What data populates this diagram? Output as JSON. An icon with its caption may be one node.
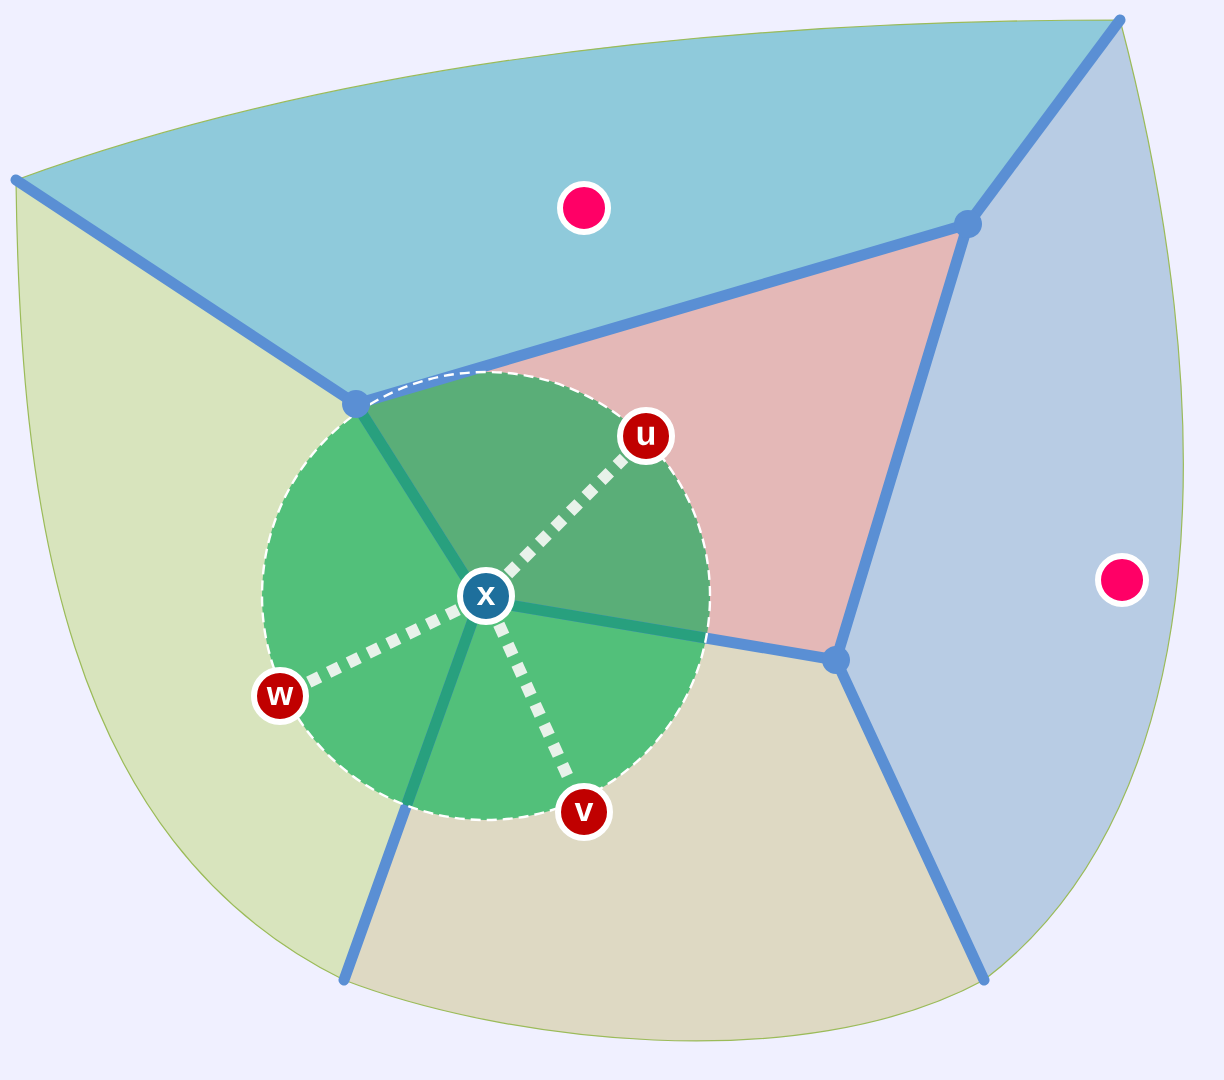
{
  "diagram": {
    "nodes": [
      {
        "text": [
          "x"
        ]
      },
      {
        "text": [
          "u"
        ]
      },
      {
        "text": [
          "v"
        ]
      },
      {
        "text": [
          "w"
        ]
      },
      {
        "text": [],
        "shape": "circle"
      },
      {
        "text": [],
        "shape": "circle"
      }
    ],
    "edges": [
      {
        "from": 0,
        "to": 1,
        "arrow": "none",
        "style": "dashed"
      },
      {
        "from": 0,
        "to": 2,
        "arrow": "none",
        "style": "dashed"
      },
      {
        "from": 0,
        "to": 3,
        "arrow": "none",
        "style": "dashed"
      }
    ]
  }
}
